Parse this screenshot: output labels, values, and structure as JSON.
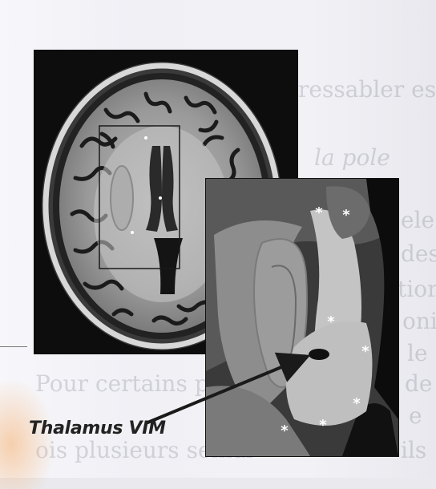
{
  "figure": {
    "caption": "Thalamus VIM"
  },
  "background_text": [
    "ressabler ese",
    "la pole",
    "ele",
    "des",
    "tion",
    "oni",
    "le",
    "de",
    "Pour certains patients",
    "e",
    "ois plusieurs semai",
    "ils"
  ]
}
